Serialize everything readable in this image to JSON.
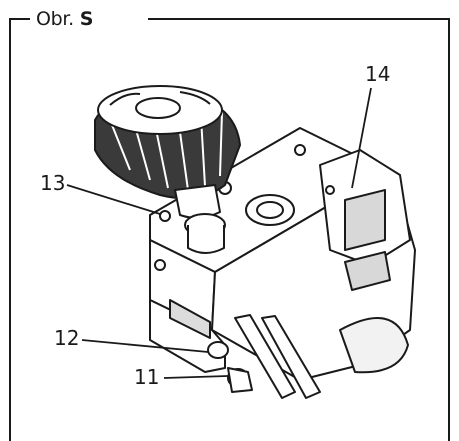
{
  "figure": {
    "title_prefix": "Obr.",
    "title_letter": "S"
  },
  "callouts": [
    {
      "id": "14",
      "label": "14"
    },
    {
      "id": "13",
      "label": "13"
    },
    {
      "id": "12",
      "label": "12"
    },
    {
      "id": "11",
      "label": "11"
    }
  ],
  "colors": {
    "line": "#1a1a1a",
    "background": "#ffffff",
    "shade": "#7a7a7a"
  }
}
